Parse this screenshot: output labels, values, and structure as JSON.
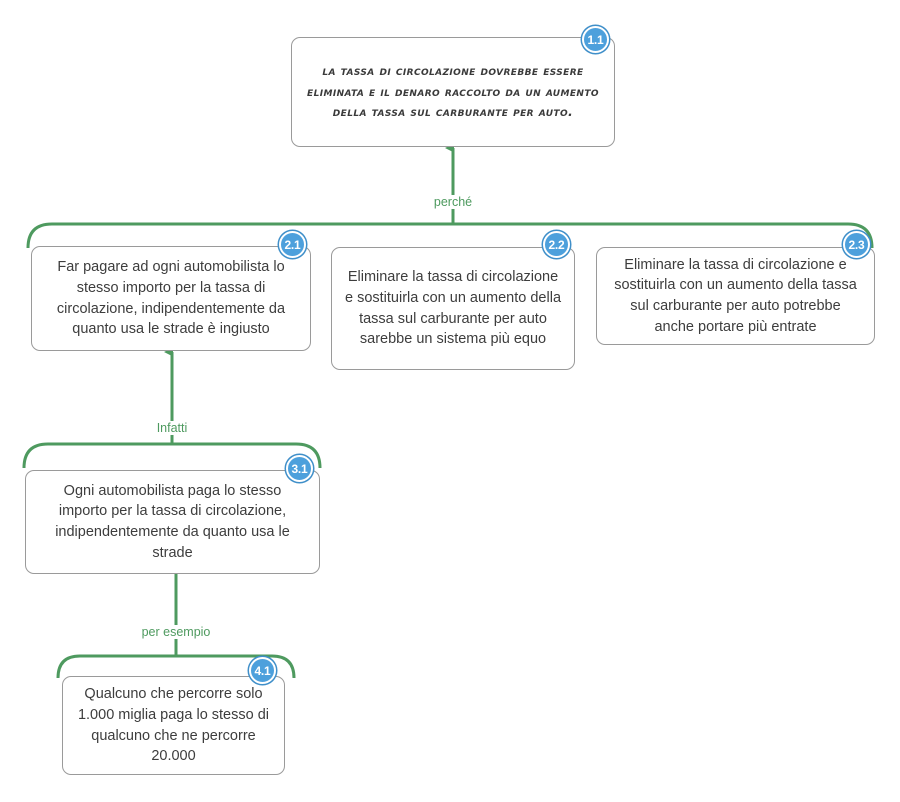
{
  "diagram": {
    "title": "Mappa argomentativa - tassa di circolazione",
    "colors": {
      "connector_green": "#4e9a5f",
      "badge_blue": "#4da0dc",
      "badge_ring": "#3f8fc9",
      "box_border": "#9a9a9a",
      "text": "#3d3d3d",
      "background": "#ffffff"
    },
    "nodes": [
      {
        "id": "1.1",
        "badge": "1.1",
        "text": "La tassa di circolazione dovrebbe essere eliminata e il denaro raccolto da un aumento della tassa sul carburante per auto."
      },
      {
        "id": "2.1",
        "badge": "2.1",
        "text": "Far pagare ad ogni automobilista lo stesso importo per la tassa di circolazione, indipendentemente da quanto usa le strade è ingiusto"
      },
      {
        "id": "2.2",
        "badge": "2.2",
        "text": "Eliminare la tassa di circolazione e sostituirla con un aumento della tassa sul carburante per auto sarebbe un sistema più equo"
      },
      {
        "id": "2.3",
        "badge": "2.3",
        "text": "Eliminare la tassa di circolazione e sostituirla con un aumento della tassa sul carburante per auto potrebbe anche portare più entrate"
      },
      {
        "id": "3.1",
        "badge": "3.1",
        "text": "Ogni automobilista paga lo stesso importo per la tassa di circolazione, indipendentemente da quanto usa le strade"
      },
      {
        "id": "4.1",
        "badge": "4.1",
        "text": "Qualcuno che percorre solo 1.000 miglia paga lo stesso di qualcuno che ne percorre 20.000"
      }
    ],
    "connectors": [
      {
        "id": "c1",
        "label": "perché",
        "from": "2.1/2.2/2.3",
        "to": "1.1"
      },
      {
        "id": "c2",
        "label": "Infatti",
        "from": "3.1",
        "to": "2.1"
      },
      {
        "id": "c3",
        "label": "per esempio",
        "from": "4.1",
        "to": "3.1"
      }
    ]
  }
}
